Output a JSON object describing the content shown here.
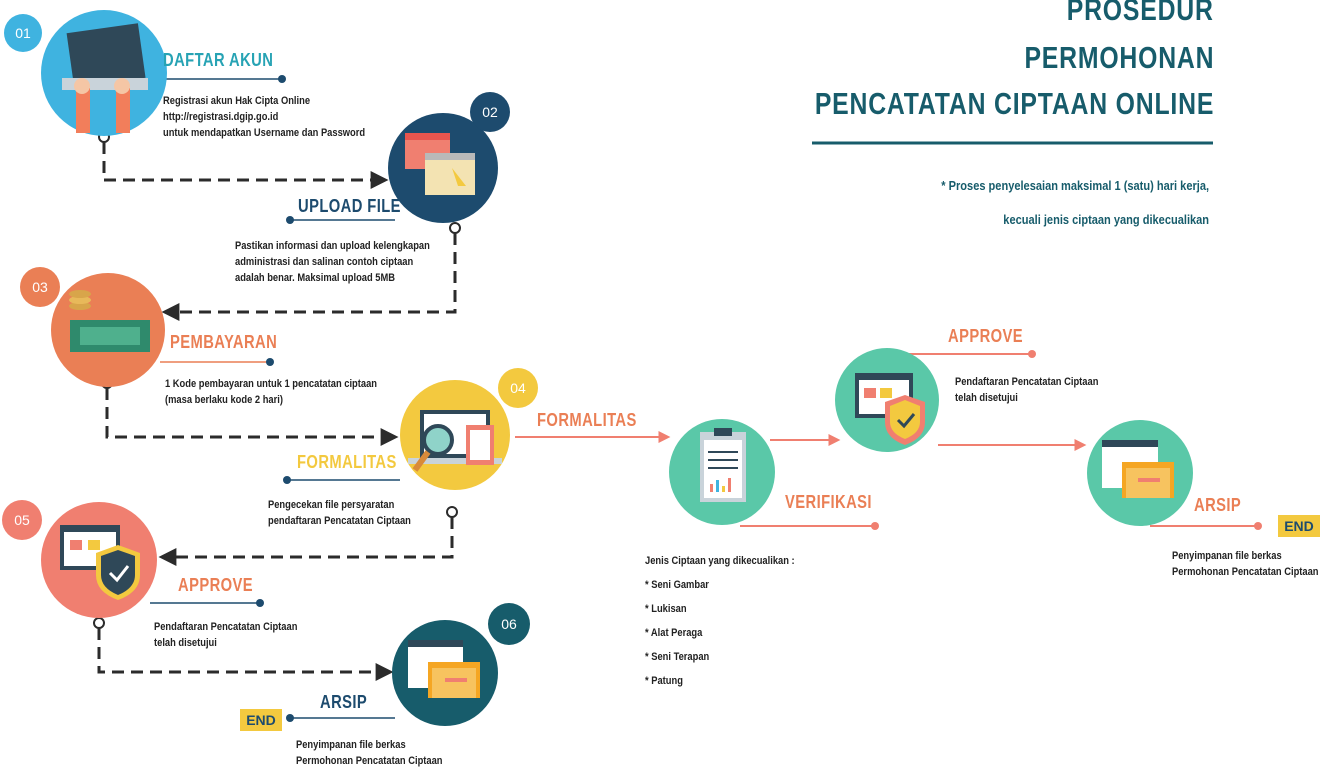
{
  "title": {
    "line1": "PROSEDUR",
    "line2": "PERMOHONAN",
    "line3": "PENCATATAN CIPTAAN ONLINE"
  },
  "note": {
    "line1": "* Proses penyelesaian maksimal 1 (satu) hari kerja,",
    "line2": "kecuali jenis ciptaan yang dikecualikan"
  },
  "steps": [
    {
      "num": "01",
      "heading": "DAFTAR AKUN",
      "lines": [
        "Registrasi akun Hak Cipta Online",
        "http://registrasi.dgip.go.id",
        "untuk mendapatkan Username dan Password"
      ]
    },
    {
      "num": "02",
      "heading": "UPLOAD FILE",
      "lines": [
        "Pastikan informasi dan upload kelengkapan",
        "administrasi dan salinan contoh ciptaan",
        "adalah benar. Maksimal upload 5MB"
      ]
    },
    {
      "num": "03",
      "heading": "PEMBAYARAN",
      "lines": [
        "1 Kode pembayaran untuk 1 pencatatan ciptaan",
        "(masa berlaku kode 2 hari)"
      ]
    },
    {
      "num": "04",
      "heading": "FORMALITAS",
      "lines": [
        "Pengecekan file persyaratan",
        "pendaftaran Pencatatan Ciptaan"
      ]
    },
    {
      "num": "05",
      "heading": "APPROVE",
      "lines": [
        "Pendaftaran Pencatatan Ciptaan",
        "telah disetujui"
      ]
    },
    {
      "num": "06",
      "heading": "ARSIP",
      "lines": [
        "Penyimpanan file berkas",
        "Permohonan Pencatatan Ciptaan"
      ]
    }
  ],
  "end_label": "END",
  "branch": {
    "formalitas": "FORMALITAS",
    "verifikasi": "VERIFIKASI",
    "exceptions_title": "Jenis Ciptaan yang dikecualikan :",
    "exceptions": [
      "* Seni Gambar",
      "* Lukisan",
      "* Alat Peraga",
      "* Seni Terapan",
      "* Patung"
    ],
    "approve": "APPROVE",
    "approve_lines": [
      "Pendaftaran Pencatatan Ciptaan",
      "telah disetujui"
    ],
    "arsip": "ARSIP",
    "arsip_lines": [
      "Penyimpanan file berkas",
      "Permohonan Pencatatan Ciptaan"
    ]
  },
  "colors": {
    "navy": "#1d4b6e",
    "teal": "#27a3b4",
    "orange": "#ea7f55",
    "yellow": "#f3c93f",
    "salmon": "#f07f70",
    "green": "#5ac8a8",
    "blue_light": "#3fb3e0",
    "dark_teal": "#175c6b"
  },
  "icons": [
    "laptop-icon",
    "browser-upload-icon",
    "money-icon",
    "magnifier-report-icon",
    "shield-check-icon",
    "folder-archive-icon",
    "clipboard-icon"
  ]
}
